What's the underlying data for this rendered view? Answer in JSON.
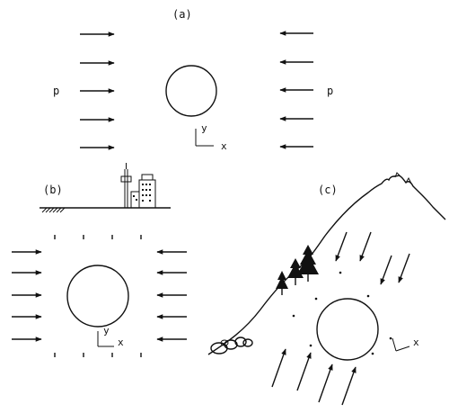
{
  "panels": {
    "a": {
      "label": "(a)",
      "left_load": "p",
      "right_load": "p",
      "axis_y": "y",
      "axis_x": "x"
    },
    "b": {
      "label": "(b)",
      "axis_y": "y",
      "axis_x": "x"
    },
    "c": {
      "label": "(c)",
      "axis_x": "x"
    }
  }
}
